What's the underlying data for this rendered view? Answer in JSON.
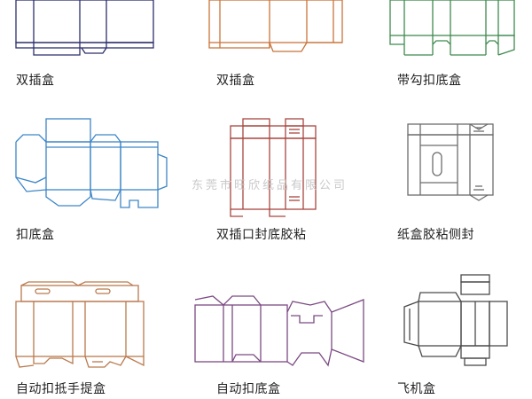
{
  "watermark": "东莞市旺欣纸品有限公司",
  "items": [
    {
      "label": "双插盒",
      "color": "#2c2f6b"
    },
    {
      "label": "双插盒",
      "color": "#c8743a"
    },
    {
      "label": "带勾扣底盒",
      "color": "#3f8a4e"
    },
    {
      "label": "扣底盒",
      "color": "#3d86c7"
    },
    {
      "label": "双插口封底胶粘",
      "color": "#a7463f"
    },
    {
      "label": "纸盒胶粘侧封",
      "color": "#6d6d6d"
    },
    {
      "label": "自动扣抵手提盒",
      "color": "#b97a4e"
    },
    {
      "label": "自动扣底盒",
      "color": "#7b4a82"
    },
    {
      "label": "飞机盒",
      "color": "#4a4a4a"
    }
  ]
}
